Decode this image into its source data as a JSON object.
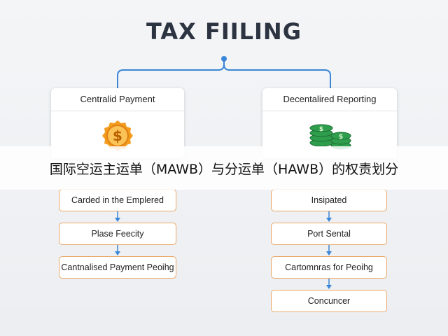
{
  "title": "TAX FIILING",
  "banner": "国际空运主运单（MAWB）与分运单（HAWB）的权责划分",
  "left": {
    "header": "Centralid Payment",
    "icon": "coin-dollar-icon",
    "steps": [
      "Carded in the Emplered",
      "Plase Feecity",
      "Cantnalised Payment Peoihg"
    ]
  },
  "right": {
    "header": "Decentalired Reporting",
    "icon": "money-stacks-icon",
    "steps": [
      "Insipated",
      "Port Sental",
      "Cartomnras for Peoihg",
      "Concuncer"
    ]
  },
  "colors": {
    "line": "#3b86d6",
    "accent": "#e9a86a",
    "coin": "#f39c1e",
    "money": "#2e9e4d"
  }
}
